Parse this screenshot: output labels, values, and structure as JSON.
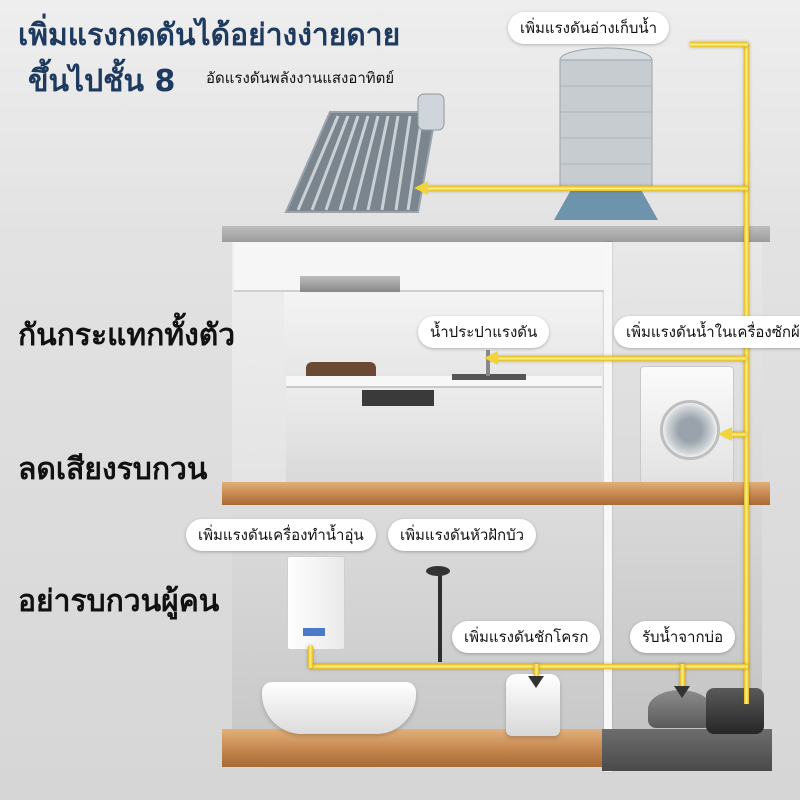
{
  "headline": {
    "line1": "เพิ่มแรงกดดันได้อย่างง่ายดาย",
    "line2": "ขึ้นไปชั้น 8"
  },
  "side_labels": {
    "shockproof": "กันกระแทกทั้งตัว",
    "reduce_noise": "ลดเสียงรบกวน",
    "no_disturb": "อย่ารบกวนผู้คน"
  },
  "callouts": {
    "solar": "อัดแรงดันพลังงานแสงอาทิตย์",
    "tank": "เพิ่มแรงดันอ่างเก็บน้ำ",
    "tap": "น้ำประปาแรงดัน",
    "washer": "เพิ่มแรงดันน้ำในเครื่องซักผ้า",
    "heater": "เพิ่มแรงดันเครื่องทำน้ำอุ่น",
    "shower": "เพิ่มแรงดันหัวฝักบัว",
    "toilet": "เพิ่มแรงดันชักโครก",
    "well": "รับน้ำจากบ่อ"
  },
  "colors": {
    "headline": "#1e3a5f",
    "pipe": "#f1d33a",
    "wood": "#c88a52"
  },
  "icons": {
    "arrow": "arrow-icon"
  }
}
